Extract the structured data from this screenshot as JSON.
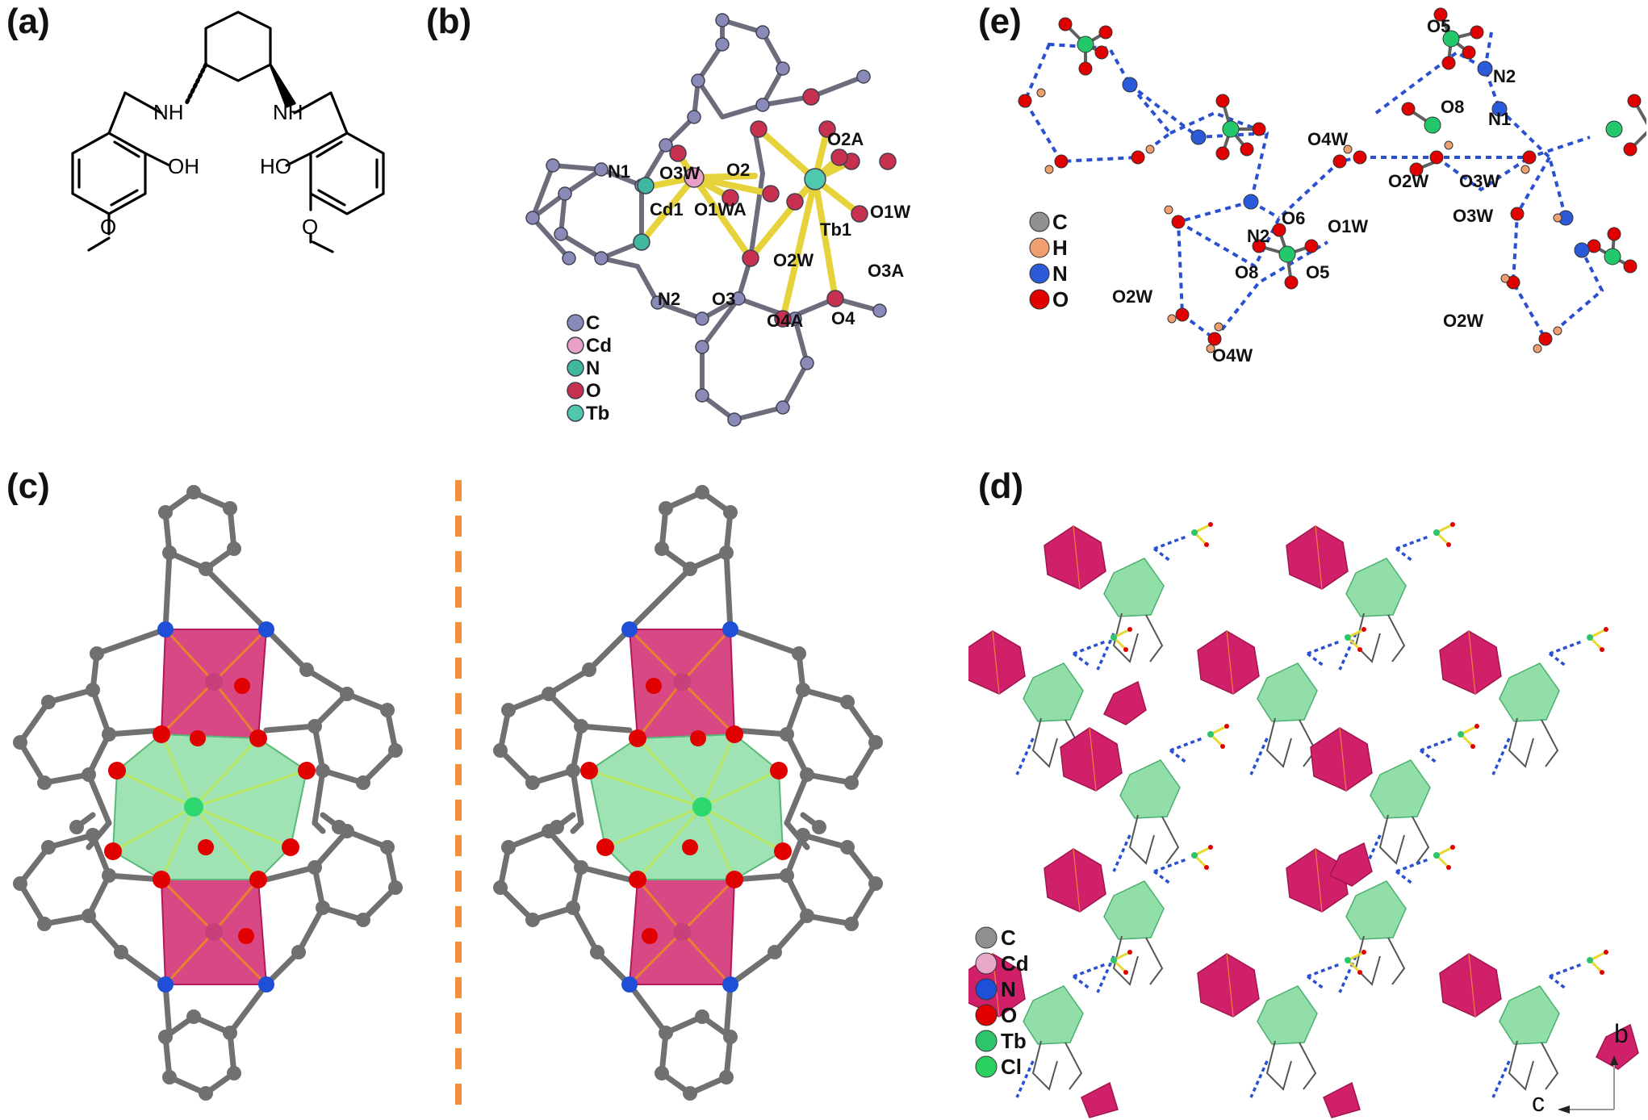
{
  "panels": {
    "a": {
      "label": "(a)",
      "groups": [
        "NH",
        "NH",
        "OH",
        "HO"
      ]
    },
    "b": {
      "label": "(b)",
      "atoms": [
        "O2A",
        "N1",
        "O3W",
        "O2",
        "O1W",
        "Cd1",
        "O1WA",
        "Tb1",
        "O2W",
        "O3A",
        "N2",
        "O3",
        "O4A",
        "O4"
      ],
      "legend": [
        "C",
        "Cd",
        "N",
        "O",
        "Tb"
      ]
    },
    "c": {
      "label": "(c)"
    },
    "d": {
      "label": "(d)",
      "legend": [
        "C",
        "Cd",
        "N",
        "O",
        "Tb",
        "Cl"
      ],
      "axes": [
        "b",
        "c"
      ]
    },
    "e": {
      "label": "(e)",
      "atoms": [
        "O5",
        "N2",
        "O8",
        "N1",
        "O4W",
        "O2W",
        "O3W",
        "O3W",
        "N2",
        "O6",
        "O1W",
        "O8",
        "O5",
        "O2W",
        "O4W",
        "O2W"
      ],
      "legend": [
        "C",
        "H",
        "N",
        "O"
      ]
    }
  },
  "colors": {
    "carbon": "#707070",
    "cadmium": "#e8a8c8",
    "nitrogen": "#1f4fd6",
    "oxygen": "#e00000",
    "terbium": "#2ec46b",
    "chlorine": "#2ad15f",
    "hydrogen": "#f0a070",
    "cd_polyhedron": "#d0206a",
    "tb_polyhedron": "#7fd89a",
    "hbond": "#2a50d0",
    "divider": "#f0903a"
  }
}
